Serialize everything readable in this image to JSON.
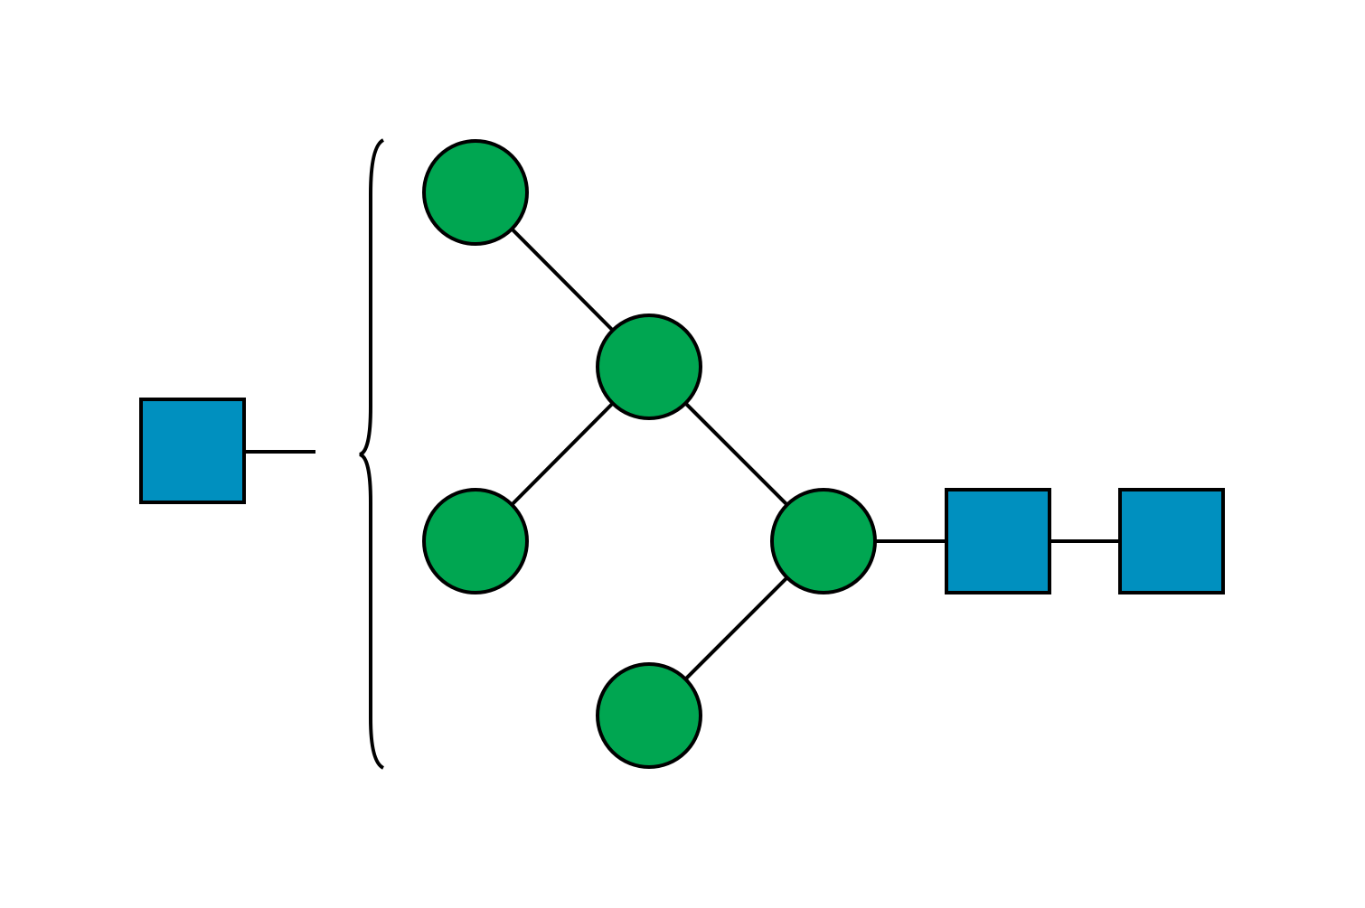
{
  "legend_colors": {
    "green_circle": "#00A651",
    "blue_square": "#0090BF",
    "outline": "#000000"
  },
  "structure": {
    "residues": [
      {
        "id": "gn-antenna",
        "shape": "square",
        "color": "#0090BF",
        "icon": "blue-square-icon"
      },
      {
        "id": "man-top",
        "shape": "circle",
        "color": "#00A651",
        "icon": "green-circle-icon"
      },
      {
        "id": "man-branch",
        "shape": "circle",
        "color": "#00A651",
        "icon": "green-circle-icon"
      },
      {
        "id": "man-left",
        "shape": "circle",
        "color": "#00A651",
        "icon": "green-circle-icon"
      },
      {
        "id": "man-core",
        "shape": "circle",
        "color": "#00A651",
        "icon": "green-circle-icon"
      },
      {
        "id": "man-bottom",
        "shape": "circle",
        "color": "#00A651",
        "icon": "green-circle-icon"
      },
      {
        "id": "gn-core-1",
        "shape": "square",
        "color": "#0090BF",
        "icon": "blue-square-icon"
      },
      {
        "id": "gn-core-2",
        "shape": "square",
        "color": "#0090BF",
        "icon": "blue-square-icon"
      }
    ],
    "links": [
      {
        "from": "man-top",
        "to": "man-branch"
      },
      {
        "from": "man-left",
        "to": "man-branch"
      },
      {
        "from": "man-branch",
        "to": "man-core"
      },
      {
        "from": "man-bottom",
        "to": "man-core"
      },
      {
        "from": "man-core",
        "to": "gn-core-1"
      },
      {
        "from": "gn-core-1",
        "to": "gn-core-2"
      }
    ],
    "undetermined_link": {
      "from": "gn-antenna",
      "to": "brace"
    }
  }
}
